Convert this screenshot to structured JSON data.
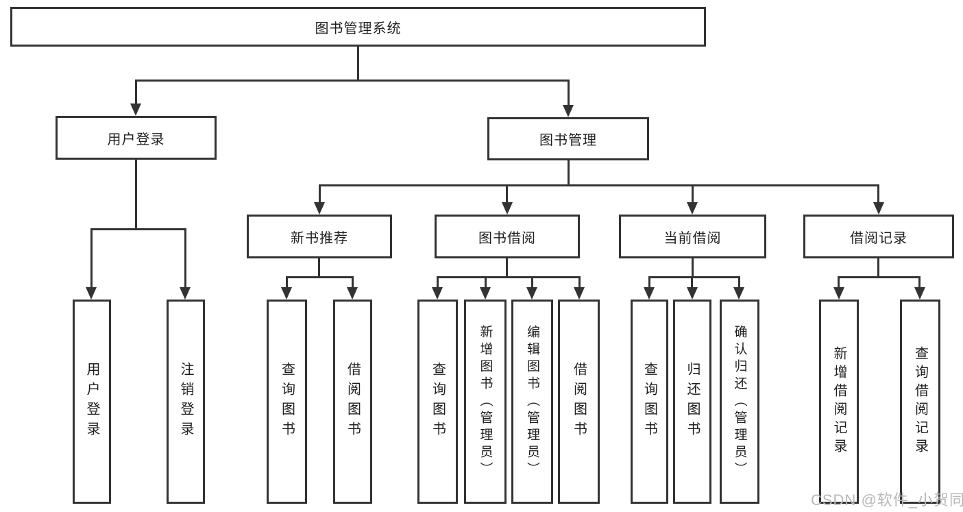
{
  "diagram": {
    "title": "图书管理系统",
    "colors": {
      "line": "#333333",
      "text": "#1f1f1f",
      "background": "#ffffff",
      "watermark": "#b8b8b8"
    },
    "watermark": "CSDN @软件_小贺同学",
    "nodes": {
      "root": {
        "label": "图书管理系统"
      },
      "user_login": {
        "label": "用户登录"
      },
      "book_management": {
        "label": "图书管理"
      },
      "new_book_recommendation": {
        "label": "新书推荐"
      },
      "book_borrowing": {
        "label": "图书借阅"
      },
      "current_borrowing": {
        "label": "当前借阅"
      },
      "borrowing_records": {
        "label": "借阅记录"
      },
      "leaf_user_login": {
        "label": "用户登录"
      },
      "leaf_logout": {
        "label": "注销登录"
      },
      "leaf_query_books_recommend": {
        "label": "查询图书"
      },
      "leaf_borrow_books_recommend": {
        "label": "借阅图书"
      },
      "leaf_query_books_borrowing": {
        "label": "查询图书"
      },
      "leaf_add_books_admin": {
        "label": "新增图书（管理员）"
      },
      "leaf_edit_books_admin": {
        "label": "编辑图书（管理员）"
      },
      "leaf_borrow_books_borrowing": {
        "label": "借阅图书"
      },
      "leaf_query_books_current": {
        "label": "查询图书"
      },
      "leaf_return_books": {
        "label": "归还图书"
      },
      "leaf_confirm_return_admin": {
        "label": "确认归还（管理员）"
      },
      "leaf_add_borrow_record": {
        "label": "新增借阅记录"
      },
      "leaf_query_borrow_record": {
        "label": "查询借阅记录"
      }
    },
    "hierarchy": {
      "root": [
        "user_login",
        "book_management"
      ],
      "user_login": [
        "leaf_user_login",
        "leaf_logout"
      ],
      "book_management": [
        "new_book_recommendation",
        "book_borrowing",
        "current_borrowing",
        "borrowing_records"
      ],
      "new_book_recommendation": [
        "leaf_query_books_recommend",
        "leaf_borrow_books_recommend"
      ],
      "book_borrowing": [
        "leaf_query_books_borrowing",
        "leaf_add_books_admin",
        "leaf_edit_books_admin",
        "leaf_borrow_books_borrowing"
      ],
      "current_borrowing": [
        "leaf_query_books_current",
        "leaf_return_books",
        "leaf_confirm_return_admin"
      ],
      "borrowing_records": [
        "leaf_add_borrow_record",
        "leaf_query_borrow_record"
      ]
    }
  }
}
